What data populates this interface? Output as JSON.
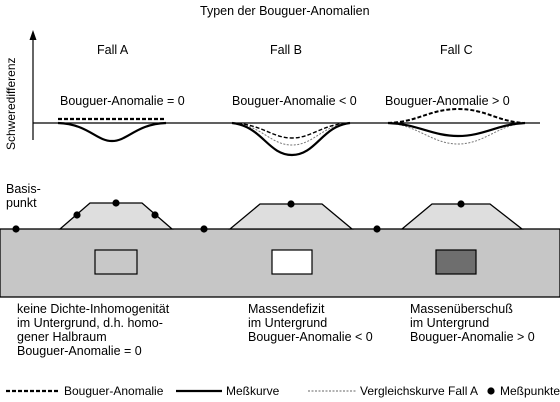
{
  "title": "Typen der Bouguer-Anomalien",
  "y_axis_label": "Schweredifferenz",
  "cases": [
    {
      "name": "Fall A",
      "anomaly": "Bouguer-Anomalie = 0",
      "description": [
        "keine Dichte-Inhomogenität",
        "im Untergrund, d.h. homo-",
        "gener Halbraum",
        "Bouguer-Anomalie = 0"
      ],
      "block_fill": "#c8c8c8"
    },
    {
      "name": "Fall B",
      "anomaly": "Bouguer-Anomalie < 0",
      "description": [
        "Massendefizit",
        "im Untergrund",
        "Bouguer-Anomalie < 0"
      ],
      "block_fill": "#ffffff"
    },
    {
      "name": "Fall C",
      "anomaly": "Bouguer-Anomalie > 0",
      "description": [
        "Massenüberschuß",
        "im Untergrund",
        "Bouguer-Anomalie > 0"
      ],
      "block_fill": "#6e6e6e"
    }
  ],
  "basis_label": [
    "Basis-",
    "punkt"
  ],
  "legend": {
    "bouguer": "Bouguer-Anomalie",
    "mess": "Meßkurve",
    "vergleich": "Vergleichskurve Fall A",
    "punkte": "Meßpunkte"
  },
  "colors": {
    "ground": "#c6c6c6",
    "hill": "#dedede",
    "line": "#000000"
  }
}
